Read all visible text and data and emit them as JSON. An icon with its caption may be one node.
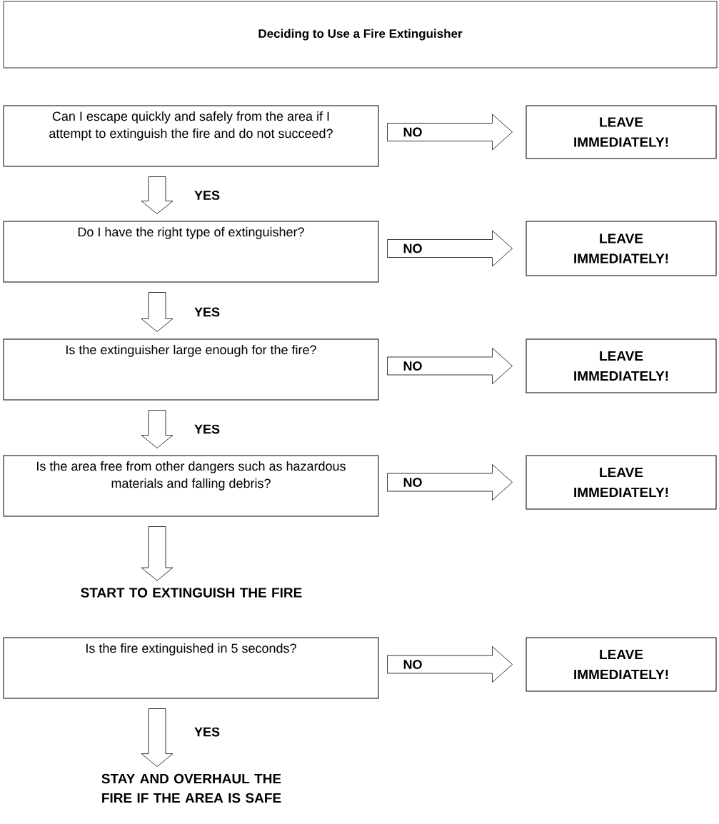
{
  "diagram": {
    "nodes": [
      {
        "text": [
          "Deciding to Use a Fire Extinguisher"
        ]
      },
      {
        "text": [
          "Can I escape quickly and safely from the area if I attempt to extinguish the fire and do not succeed?"
        ]
      },
      {
        "text": [
          "LEAVE IMMEDIATELY!"
        ]
      },
      {
        "text": [
          "Do I have the right type of extinguisher?"
        ]
      },
      {
        "text": [
          "LEAVE IMMEDIATELY!"
        ]
      },
      {
        "text": [
          "Is the extinguisher large enough for the fire?"
        ]
      },
      {
        "text": [
          "LEAVE IMMEDIATELY!"
        ]
      },
      {
        "text": [
          "Is the area free from other dangers such as hazardous materials and falling debris?"
        ]
      },
      {
        "text": [
          "LEAVE IMMEDIATELY!"
        ]
      },
      {
        "text": [
          "START TO EXTINGUISH THE FIRE"
        ]
      },
      {
        "text": [
          "Is the fire extinguished in 5 seconds?"
        ]
      },
      {
        "text": [
          "LEAVE IMMEDIATELY!"
        ]
      },
      {
        "text": [
          "STAY AND OVERHAUL THE FIRE IF THE AREA IS SAFE"
        ]
      }
    ],
    "edges": [
      {
        "from": 1,
        "to": 2,
        "arrow": "to",
        "label": "NO"
      },
      {
        "from": 1,
        "to": 3,
        "arrow": "to",
        "label": "YES"
      },
      {
        "from": 3,
        "to": 4,
        "arrow": "to",
        "label": "NO"
      },
      {
        "from": 3,
        "to": 5,
        "arrow": "to",
        "label": "YES"
      },
      {
        "from": 5,
        "to": 6,
        "arrow": "to",
        "label": "NO"
      },
      {
        "from": 5,
        "to": 7,
        "arrow": "to",
        "label": "YES"
      },
      {
        "from": 7,
        "to": 8,
        "arrow": "to",
        "label": "NO"
      },
      {
        "from": 7,
        "to": 9,
        "arrow": "to"
      },
      {
        "from": 10,
        "to": 11,
        "arrow": "to",
        "label": "NO"
      },
      {
        "from": 10,
        "to": 12,
        "arrow": "to",
        "label": "YES"
      }
    ]
  }
}
